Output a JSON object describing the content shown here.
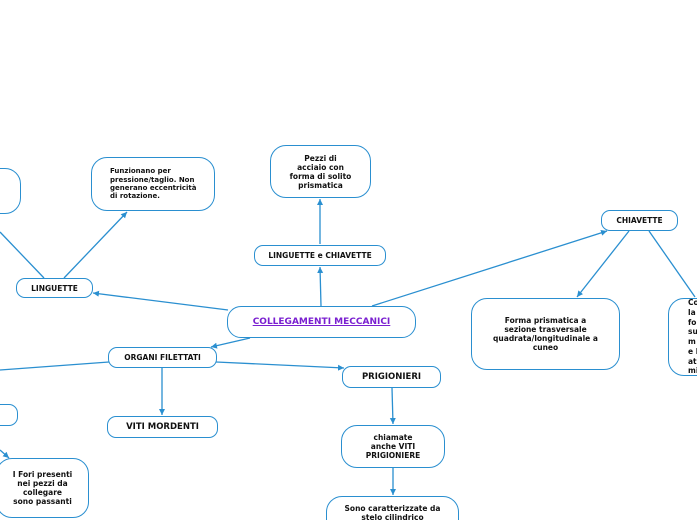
{
  "map": {
    "central": "COLLEGAMENTI MECCANICI",
    "linguette": "LINGUETTE",
    "linguette_desc": "Funzionano per pressione/taglio. Non generano eccentricità di rotazione.",
    "linguette_chiavette": "LINGUETTE e CHIAVETTE",
    "pezzi_acciaio": "Pezzi di acciaio con forma di solito prismatica",
    "chiavette": "CHIAVETTE",
    "forma_prismatica": "Forma prismatica a sezione trasversale quadrata/longitudinale a cuneo",
    "chiavette_partial": "Co la fo su me lat mi",
    "organi_filettati": "ORGANI FILETTATI",
    "viti_mordenti": "VITI MORDENTI",
    "prigionieri": "PRIGIONIERI",
    "chiamate_prigioniere": "chiamate anche VITI PRIGIONIERE",
    "caratterizzate": "Sono caratterizzate da stelo cilindrico",
    "fori": "I Fori presenti nei pezzi da collegare sono passanti"
  },
  "colors": {
    "node_border": "#2a8fd0",
    "connector": "#2a8fd0",
    "central_text": "#7a1fd0"
  }
}
